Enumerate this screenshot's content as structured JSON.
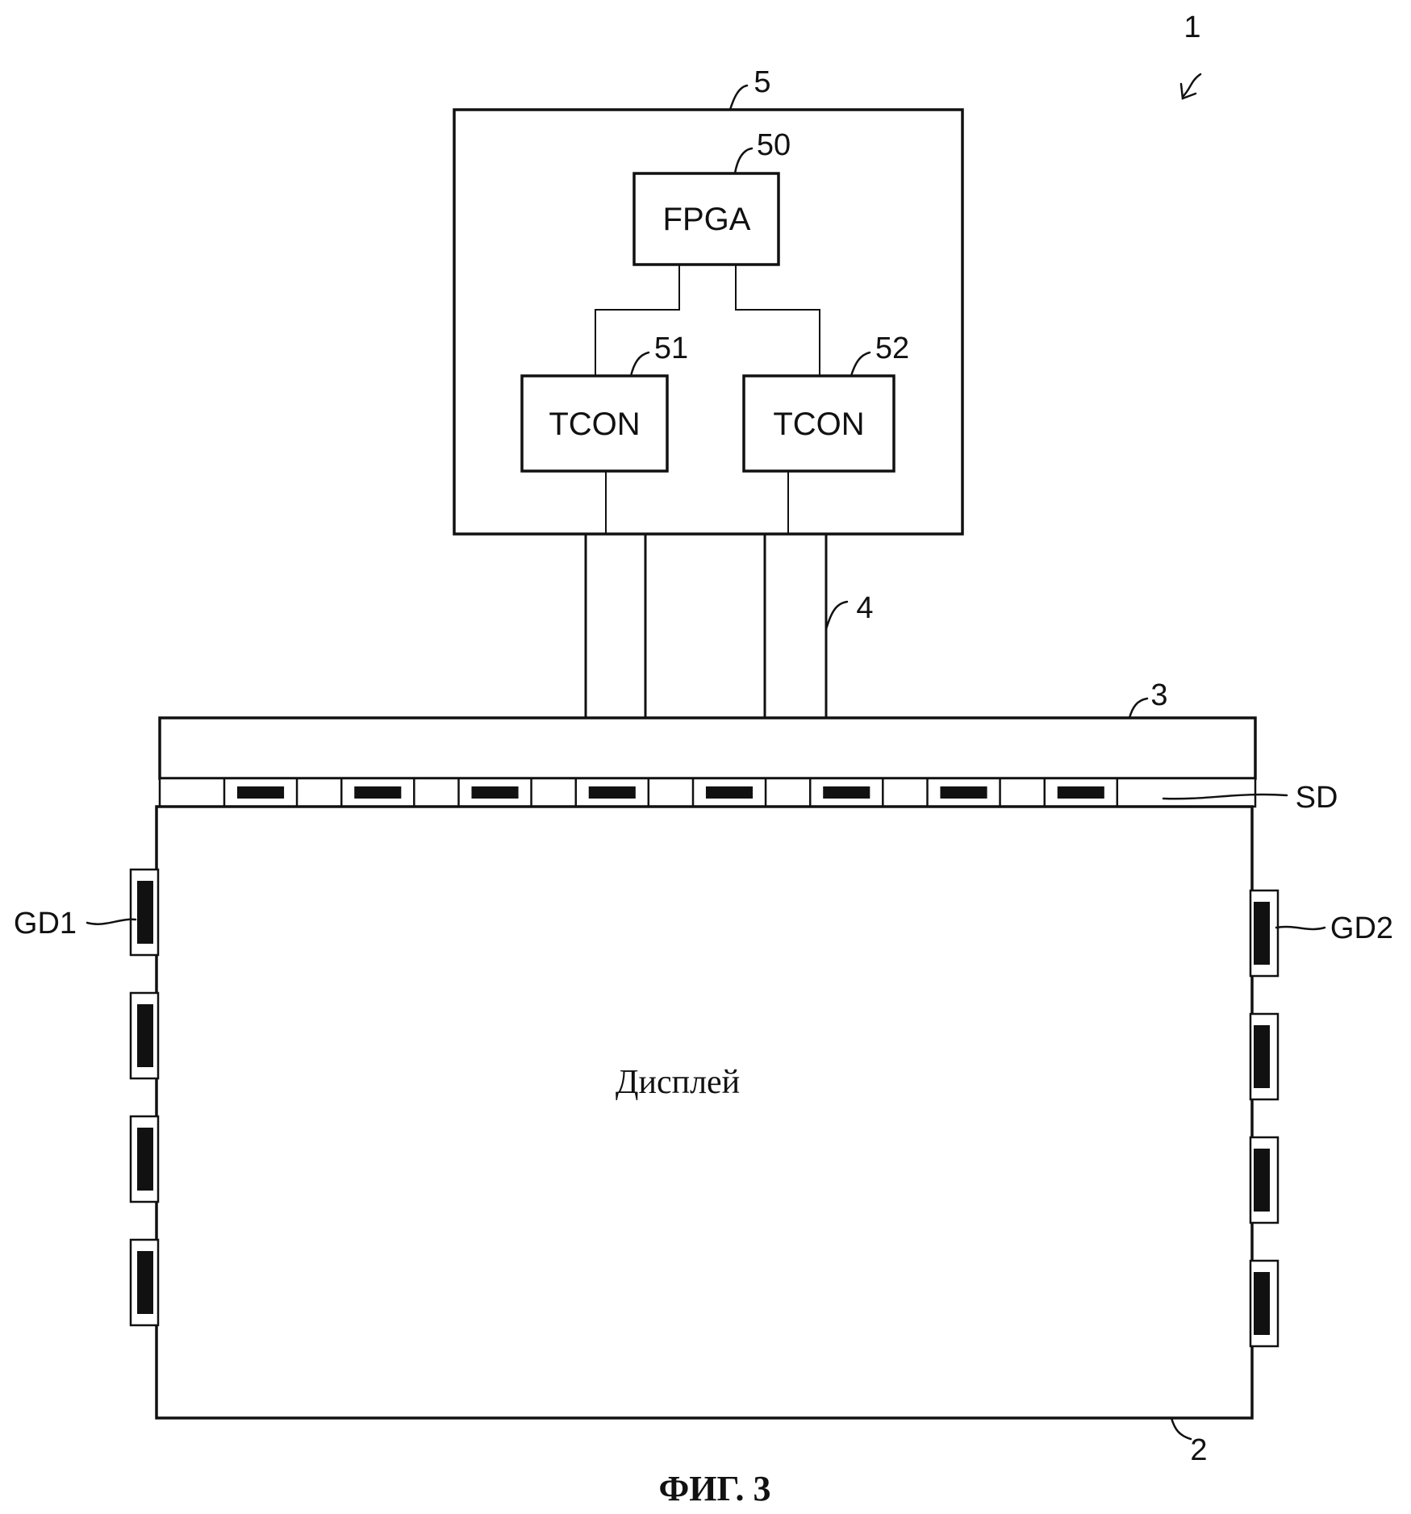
{
  "refs": {
    "device": "1",
    "display_panel": "2",
    "source_board": "3",
    "cable": "4",
    "control_board": "5",
    "fpga": "50",
    "tcon_1": "51",
    "tcon_2": "52"
  },
  "blocks": {
    "fpga_label": "FPGA",
    "tcon_1_label": "TCON",
    "tcon_2_label": "TCON"
  },
  "drivers": {
    "source_label": "SD",
    "gate_left_label": "GD1",
    "gate_right_label": "GD2",
    "source_count": 8,
    "gate_left_count": 4,
    "gate_right_count": 4
  },
  "display": {
    "label": "Дисплей"
  },
  "figure": {
    "caption": "ФИГ. 3"
  }
}
